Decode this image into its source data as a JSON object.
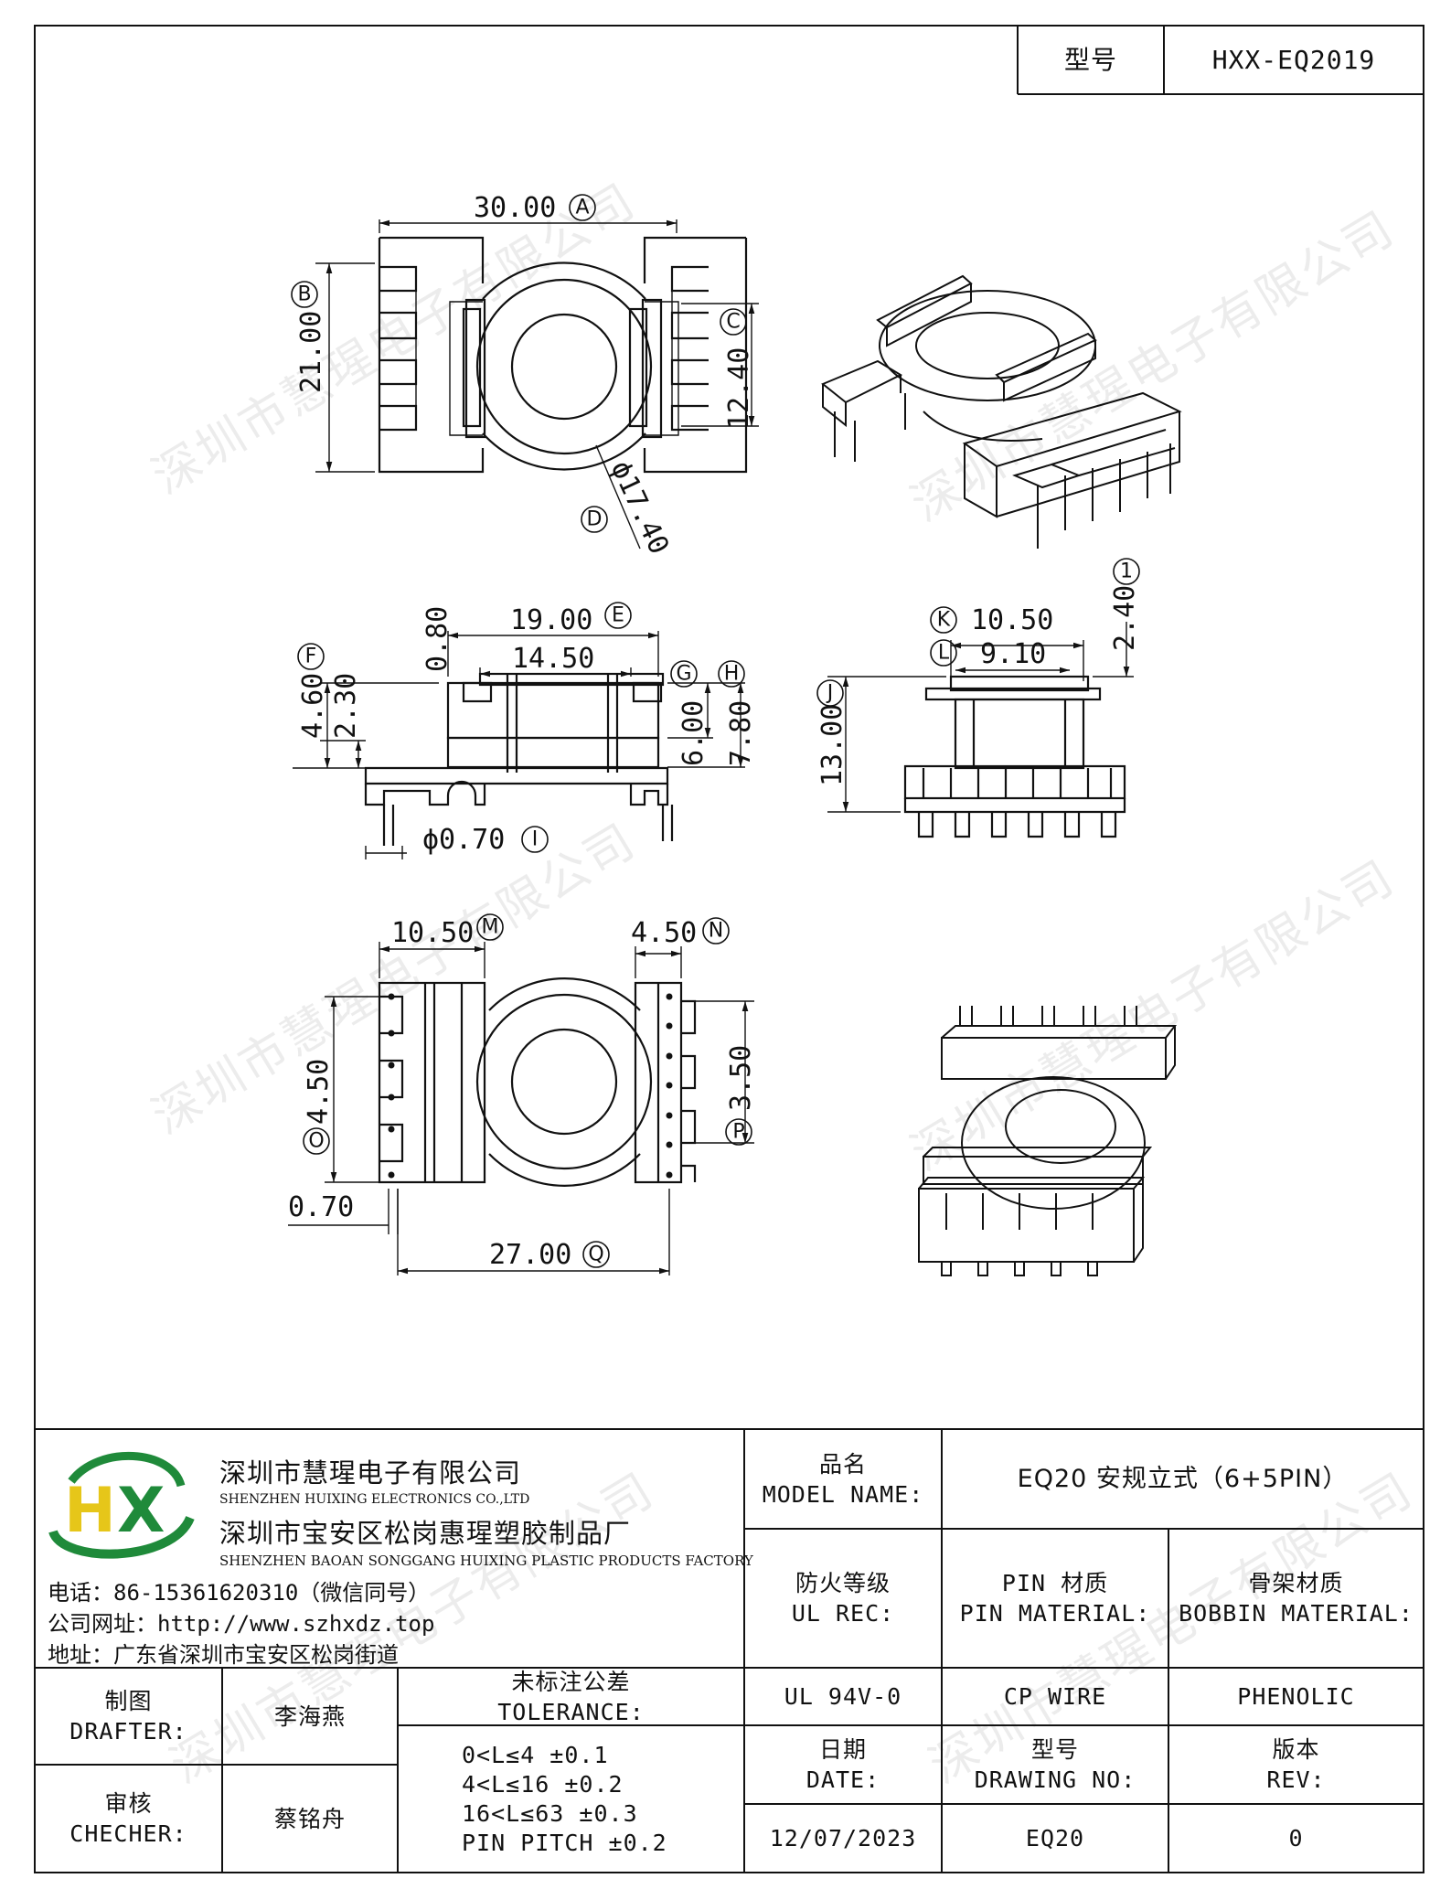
{
  "header": {
    "model_label": "型号",
    "model_value": "HXX-EQ2019"
  },
  "watermark": "深圳市慧瑆电子有限公司",
  "drawing": {
    "dims": {
      "A": "30.00",
      "B": "21.00",
      "C": "12.40",
      "D": "ϕ17.40",
      "E": "19.00",
      "e2": "14.50",
      "e3": "0.80",
      "F": "4.60",
      "f2": "2.30",
      "G": "6.00",
      "H": "7.80",
      "I": "ϕ0.70",
      "K": "10.50",
      "L": "9.10",
      "J": "13.00",
      "k1": "2.40",
      "M": "10.50",
      "N": "4.50",
      "O": "4.50",
      "P": "3.50",
      "o2": "0.70",
      "Q": "27.00"
    },
    "markers": {
      "A": "A",
      "B": "B",
      "C": "C",
      "D": "D",
      "E": "E",
      "F": "F",
      "G": "G",
      "H": "H",
      "I": "I",
      "J": "J",
      "K": "K",
      "L": "L",
      "M": "M",
      "N": "N",
      "O": "O",
      "P": "P",
      "Q": "Q",
      "one": "1"
    }
  },
  "company": {
    "name_cn": "深圳市慧瑆电子有限公司",
    "name_en": "SHENZHEN HUIXING ELECTRONICS CO.,LTD",
    "factory_cn": "深圳市宝安区松岗惠瑆塑胶制品厂",
    "factory_en": "SHENZHEN BAOAN SONGGANG HUIXING PLASTIC PRODUCTS FACTORY",
    "phone": "电话：86-15361620310（微信同号）",
    "website": "公司网址：http://www.szhxdz.top",
    "address": "地址：广东省深圳市宝安区松岗街道",
    "logo_text": "HX",
    "colors": {
      "green": "#1f8a3a",
      "yellow": "#e6c619"
    }
  },
  "title_block": {
    "model_name_cn": "品名",
    "model_name_en": "MODEL NAME:",
    "model_name_value": "EQ20 安规立式（6+5PIN）",
    "ul_cn": "防火等级",
    "ul_en": "UL REC:",
    "pin_cn": "PIN 材质",
    "pin_en": "PIN MATERIAL:",
    "bobbin_cn": "骨架材质",
    "bobbin_en": "BOBBIN MATERIAL:",
    "drafter_cn": "制图",
    "drafter_en": "DRAFTER:",
    "drafter_name": "李海燕",
    "tolerance_cn": "未标注公差",
    "tolerance_en": "TOLERANCE:",
    "tolerances": [
      "0<L≤4   ±0.1",
      "4<L≤16  ±0.2",
      "16<L≤63 ±0.3",
      "PIN PITCH ±0.2"
    ],
    "ul_value": "UL 94V-0",
    "pin_value": "CP WIRE",
    "bobbin_value": "PHENOLIC",
    "checker_cn": "审核",
    "checker_en": "CHECHER:",
    "checker_name": "蔡铭舟",
    "date_cn": "日期",
    "date_en": "DATE:",
    "drawing_cn": "型号",
    "drawing_en": "DRAWING NO:",
    "rev_cn": "版本",
    "rev_en": "REV:",
    "date_value": "12/07/2023",
    "drawing_value": "EQ20",
    "rev_value": "0"
  }
}
